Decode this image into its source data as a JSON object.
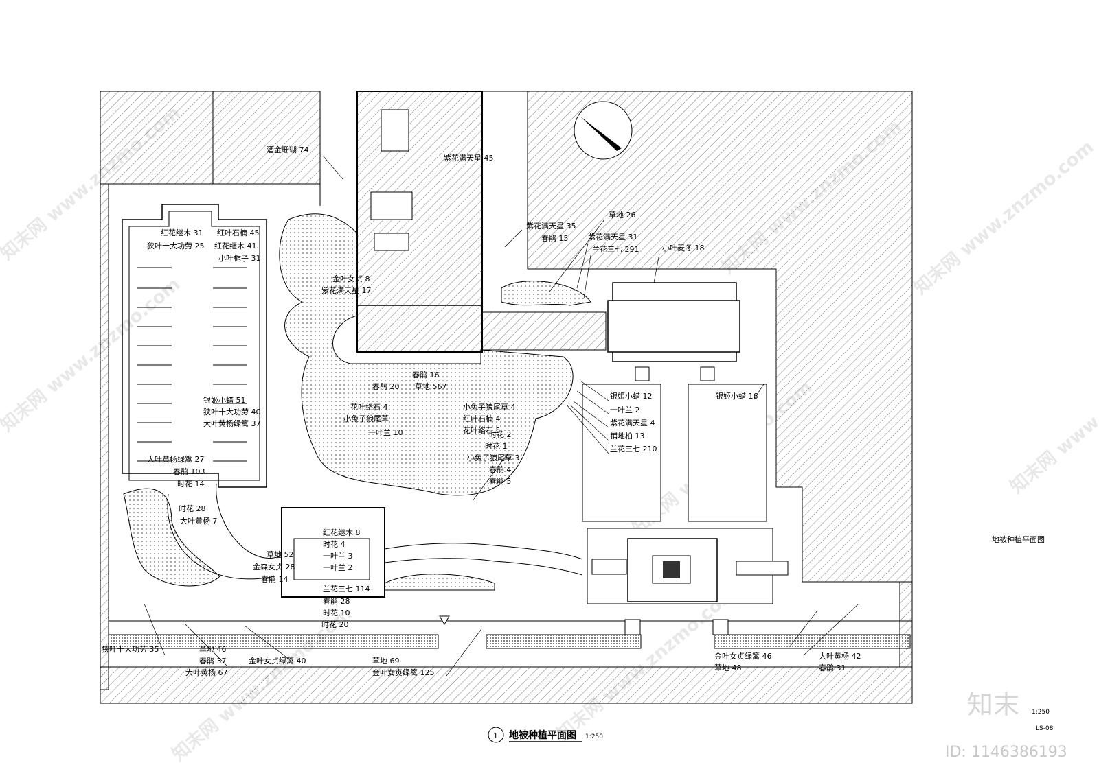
{
  "drawing": {
    "side_title": "地被种植平面图",
    "main_title": "地被种植平面图",
    "title_number": "1",
    "title_scale": "1:250",
    "sheet_scale": "1:250",
    "sheet_code": "LS-08"
  },
  "brand": {
    "logo_text": "知末",
    "id_text": "ID: 1146386193"
  },
  "watermark": {
    "text": "知末网 www.znzmo.com"
  },
  "plant_labels": [
    "酒金珊瑚 74",
    "紫花满天星 45",
    "草地 26",
    "紫花满天星 35",
    "春鹃 15",
    "紫花满天星 31",
    "兰花三七 291",
    "小叶麦冬 18",
    "红花继木 31",
    "红叶石楠 45",
    "狭叶十大功劳 25",
    "红花继木 41",
    "小叶栀子 31",
    "金叶女贞 8",
    "紫花满天星 17",
    "春鹃 16",
    "春鹃 20",
    "草地 567",
    "银姬小蜡 12",
    "一叶兰 2",
    "紫花满天星 4",
    "铺地柏 13",
    "兰花三七 210",
    "银姬小蜡 16",
    "银姬小蜡 51",
    "狭叶十大功劳 40",
    "大叶黄杨绿篱 37",
    "花叶络石 4",
    "小兔子狼尾草",
    "一叶兰 10",
    "小兔子狼尾草 4",
    "红叶石楠 4",
    "花叶络石 5",
    "时花 2",
    "时花 1",
    "小兔子狼尾草 3",
    "春鹃 4",
    "春鹃 5",
    "大叶黄杨绿篱 27",
    "春鹃 103",
    "时花 14",
    "时花 28",
    "大叶黄杨 7",
    "红花继木 8",
    "时花 4",
    "一叶兰 3",
    "一叶兰 2",
    "草地 52",
    "金森女贞 28",
    "春鹃 14",
    "兰花三七 114",
    "春鹃 28",
    "时花 10",
    "时花 20",
    "狭叶十大功劳 35",
    "草地 46",
    "春鹃 37",
    "大叶黄杨 67",
    "金叶女贞绿篱 40",
    "草地 69",
    "金叶女贞绿篱 125",
    "金叶女贞绿篱 46",
    "草地 48",
    "大叶黄杨 42",
    "春鹃 31"
  ]
}
